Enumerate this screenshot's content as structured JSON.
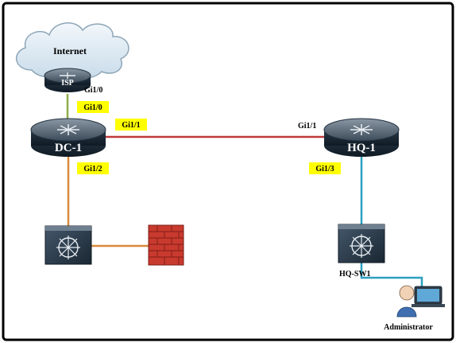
{
  "nodes": {
    "internet": {
      "label": "Internet",
      "icon": "cloud-icon"
    },
    "isp": {
      "label": "ISP",
      "icon": "router-icon"
    },
    "dc1": {
      "label": "DC-1",
      "icon": "router-icon"
    },
    "hq1": {
      "label": "HQ-1",
      "icon": "router-icon"
    },
    "dc_switch": {
      "label": "",
      "icon": "multilayer-switch-icon"
    },
    "firewall": {
      "label": "",
      "icon": "firewall-icon"
    },
    "hq_sw1": {
      "label": "HQ-SW1",
      "icon": "multilayer-switch-icon"
    },
    "administrator": {
      "label": "Administrator",
      "icon": "user-workstation-icon"
    }
  },
  "interfaces": {
    "isp_gi1_0": "Gi1/0",
    "dc1_gi1_0": "Gi1/0",
    "dc1_gi1_1": "Gi1/1",
    "dc1_gi1_2": "Gi1/2",
    "hq1_gi1_1": "Gi1/1",
    "hq1_gi1_3": "Gi1/3"
  },
  "links": [
    {
      "from": "ISP",
      "to": "DC-1",
      "color": "#8fae4a"
    },
    {
      "from": "DC-1",
      "to": "HQ-1",
      "color": "#c0393b"
    },
    {
      "from": "DC-1",
      "to": "switch",
      "color": "#d98a3d"
    },
    {
      "from": "switch",
      "to": "firewall",
      "color": "#d98a3d"
    },
    {
      "from": "HQ-1",
      "to": "HQ-SW1",
      "color": "#2c9fbf"
    }
  ],
  "colors": {
    "frame": "#000000",
    "port_label_bg": "#ffff00",
    "device_dark": "#1e2d3a",
    "device_top": "#6c7a88",
    "cloud": "#d6e6f2",
    "firewall": "#c93a2e"
  }
}
